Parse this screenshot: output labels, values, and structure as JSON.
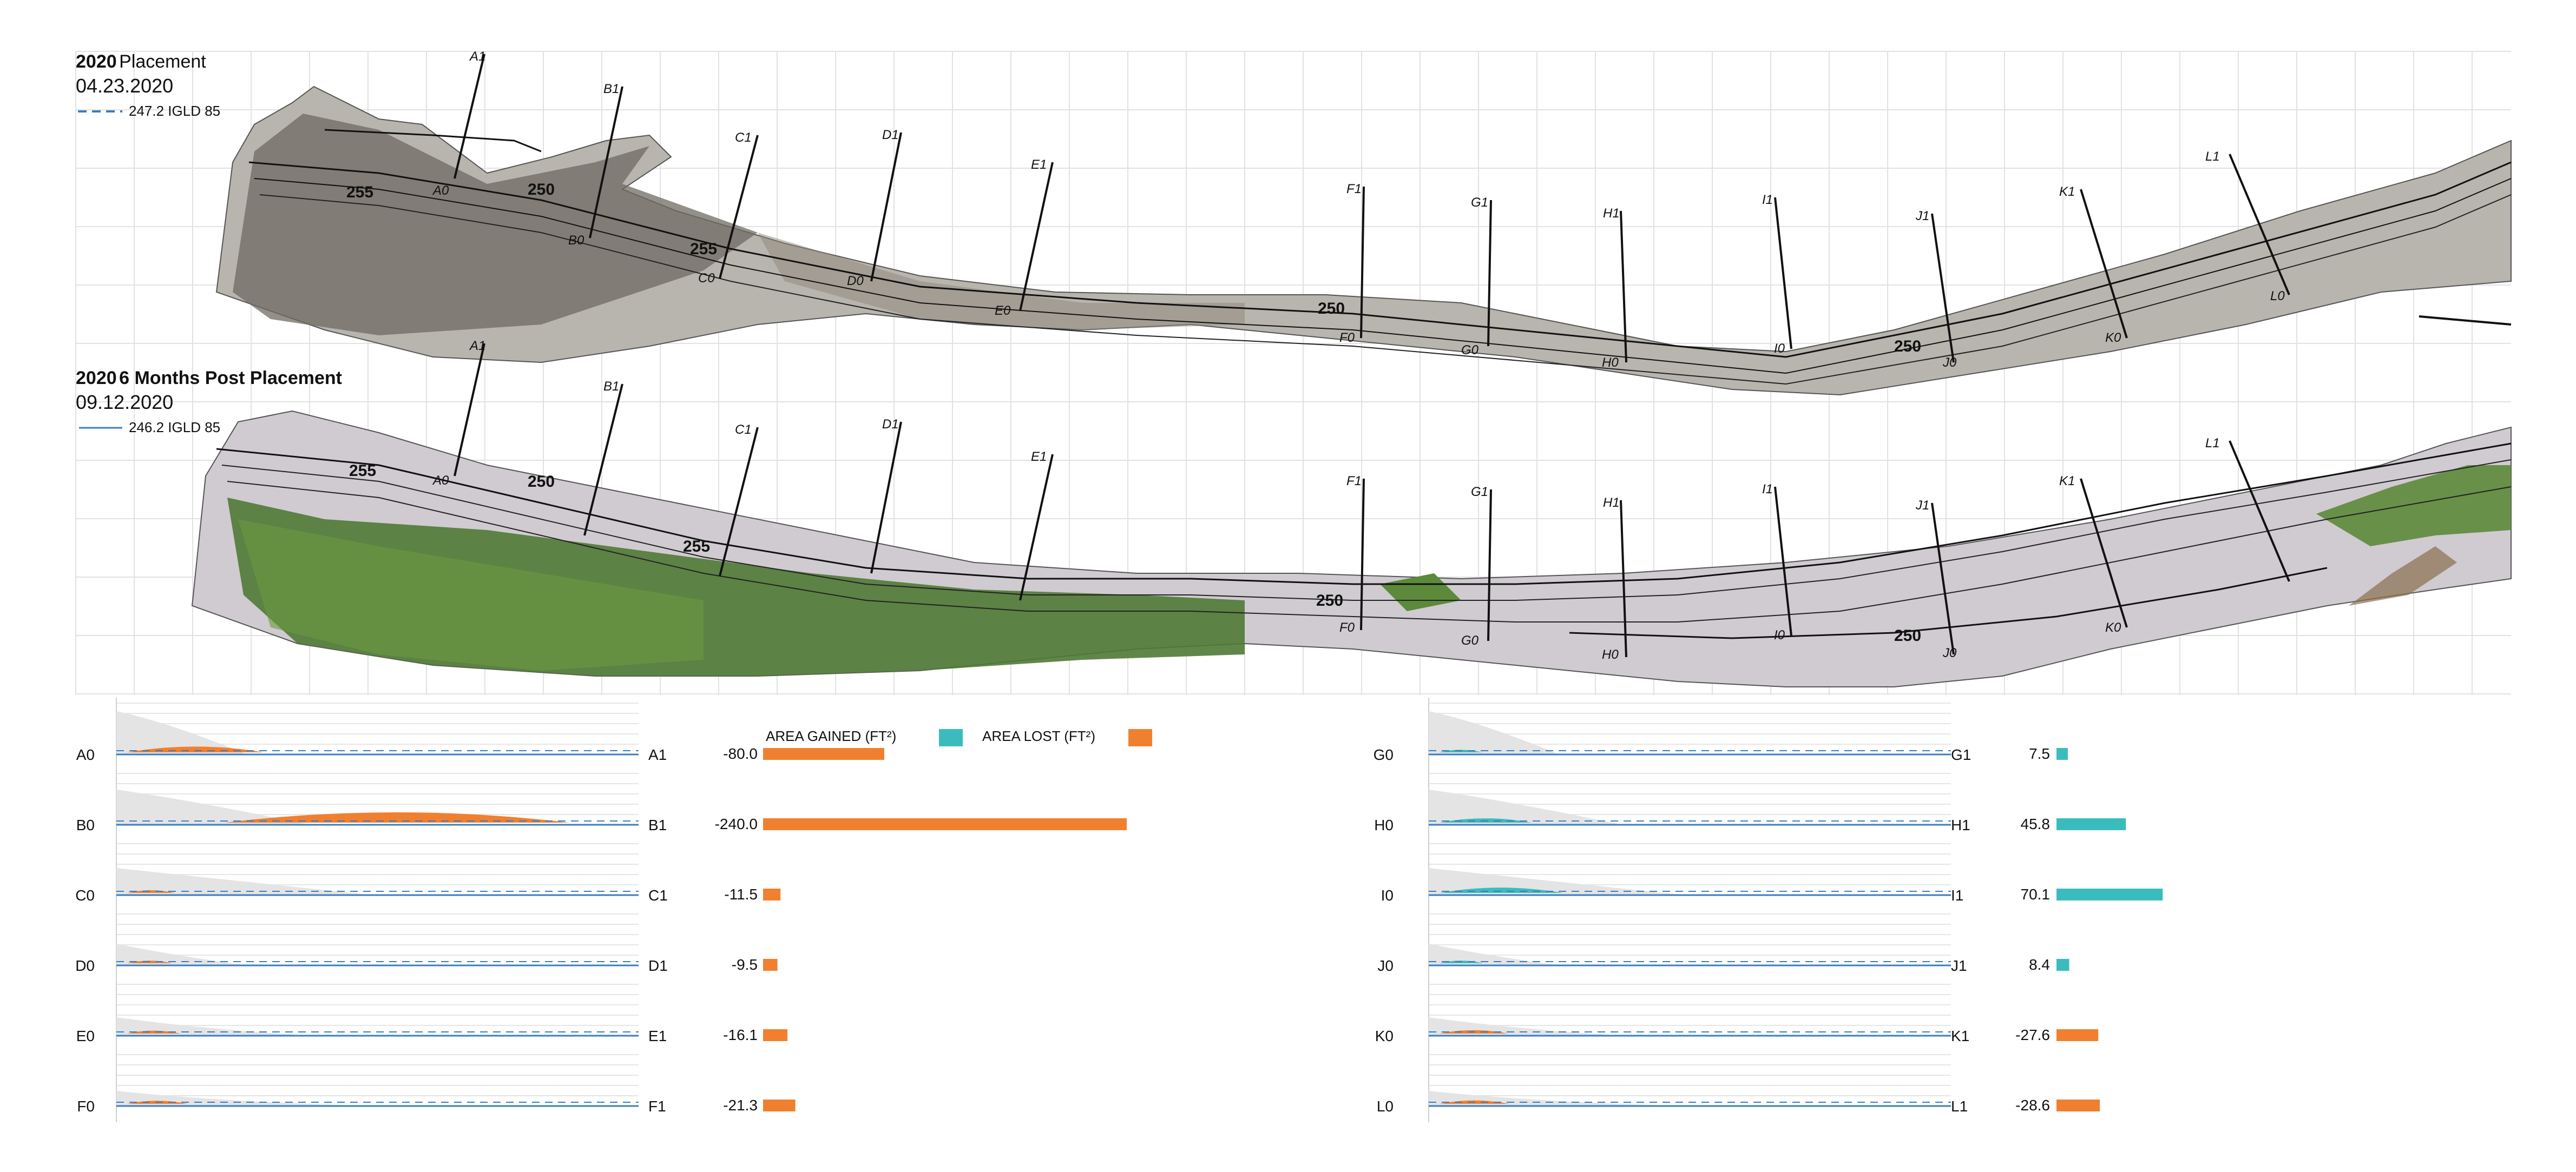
{
  "maps": [
    {
      "year": "2020",
      "title": "Placement",
      "date": "04.23.2020",
      "legend": "247.2 IGLD 85",
      "legend_style": "dashed"
    },
    {
      "year": "2020",
      "title": "6 Months Post Placement",
      "date": "09.12.2020",
      "legend": "246.2 IGLD 85",
      "legend_style": "solid"
    }
  ],
  "colors": {
    "gained": "#3bbcbc",
    "lost": "#f08030",
    "water_line": "#3a7dc0",
    "profile_fill": "#e4e4e4",
    "vegetation": "#4f7a35"
  },
  "transect_labels_top": [
    "A1",
    "B1",
    "C1",
    "D1",
    "E1",
    "F1",
    "G1",
    "H1",
    "I1",
    "J1",
    "K1",
    "L1"
  ],
  "transect_labels_bottom": [
    "A0",
    "B0",
    "C0",
    "D0",
    "E0",
    "F0",
    "G0",
    "H0",
    "I0",
    "J0",
    "K0",
    "L0"
  ],
  "contour_labels": {
    "map1": [
      "255",
      "250",
      "255",
      "250",
      "250"
    ],
    "map2": [
      "255",
      "250",
      "255",
      "250",
      "250"
    ]
  },
  "bar_legend": {
    "gained": "AREA GAINED (FT²)",
    "lost": "AREA LOST (FT²)"
  },
  "chart_data": {
    "type": "bar",
    "title": "",
    "series": [
      {
        "name": "AREA GAINED (FT²) / AREA LOST (FT²)",
        "categories": [
          "A1",
          "B1",
          "C1",
          "D1",
          "E1",
          "F1",
          "G1",
          "H1",
          "I1",
          "J1",
          "K1",
          "L1"
        ],
        "values": [
          -80.0,
          -240.0,
          -11.5,
          -9.5,
          -16.1,
          -21.3,
          7.5,
          45.8,
          70.1,
          8.4,
          -27.6,
          -28.6
        ]
      }
    ],
    "value_labels": [
      "-80.0",
      "-240.0",
      "-11.5",
      "-9.5",
      "-16.1",
      "-21.3",
      "7.5",
      "45.8",
      "70.1",
      "8.4",
      "-27.6",
      "-28.6"
    ]
  },
  "profiles": [
    {
      "start": "A0",
      "end": "A1"
    },
    {
      "start": "B0",
      "end": "B1"
    },
    {
      "start": "C0",
      "end": "C1"
    },
    {
      "start": "D0",
      "end": "D1"
    },
    {
      "start": "E0",
      "end": "E1"
    },
    {
      "start": "F0",
      "end": "F1"
    },
    {
      "start": "G0",
      "end": "G1"
    },
    {
      "start": "H0",
      "end": "H1"
    },
    {
      "start": "I0",
      "end": "I1"
    },
    {
      "start": "J0",
      "end": "J1"
    },
    {
      "start": "K0",
      "end": "K1"
    },
    {
      "start": "L0",
      "end": "L1"
    }
  ]
}
